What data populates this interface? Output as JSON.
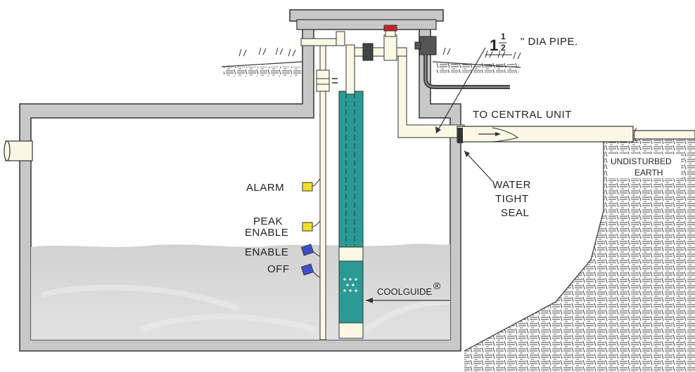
{
  "labels": {
    "pipe_size_whole": "1",
    "pipe_size_num": "1",
    "pipe_size_den": "2",
    "pipe_text": "\" DIA PIPE.",
    "to_central_unit": "TO CENTRAL UNIT",
    "undisturbed_line1": "UNDISTURBED",
    "undisturbed_line2": "EARTH",
    "water_tight_line1": "WATER",
    "water_tight_line2": "TIGHT",
    "water_tight_line3": "SEAL",
    "alarm": "ALARM",
    "peak_enable_line1": "PEAK",
    "peak_enable_line2": "ENABLE",
    "enable": "ENABLE",
    "off": "OFF",
    "coolguide": "COOLGUIDE",
    "registered": "®"
  },
  "colors": {
    "tank_wall": "#c8c8c8",
    "tank_outline": "#333333",
    "water": "#d9d9d9",
    "pump_teal": "#2c9a94",
    "pipe_cream": "#fbf9e6",
    "float_yellow": "#f1e12a",
    "float_blue": "#3f4fc8",
    "valve_red": "#c8202a",
    "control_box": "#555555"
  }
}
